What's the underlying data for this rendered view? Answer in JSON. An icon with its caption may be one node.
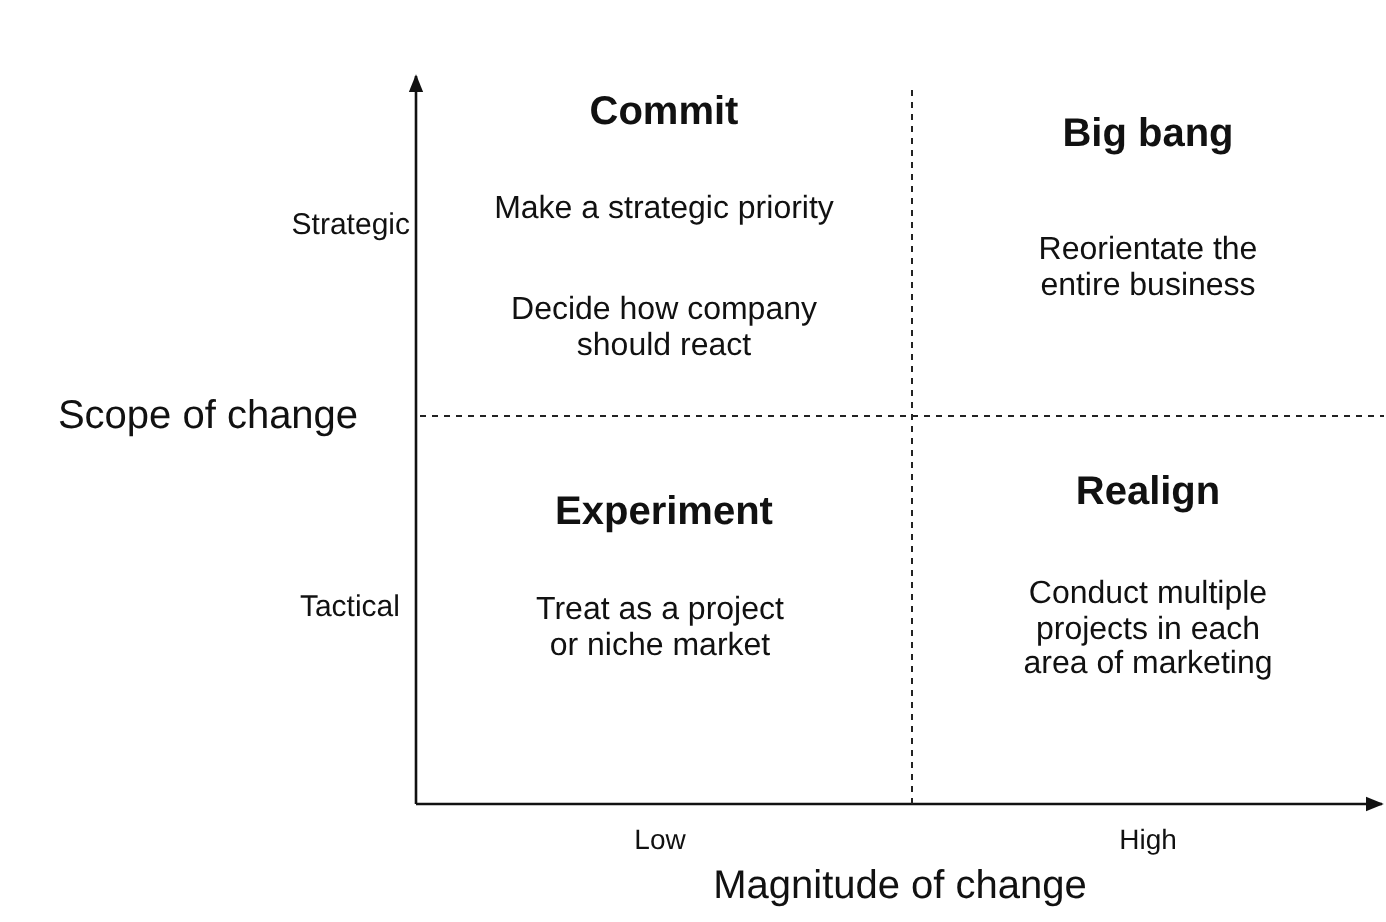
{
  "diagram": {
    "labels": [
      "Strategic",
      "Scope of change",
      "Tactical",
      "Commit",
      "Make a strategic priority",
      "Decide how company should react",
      "Big bang",
      "Reorientate the entire business",
      "Experiment",
      "Treat as a project or niche market",
      "Realign",
      "Conduct multiple projects in each area of marketing",
      "Low",
      "High",
      "Magnitude of change"
    ]
  }
}
